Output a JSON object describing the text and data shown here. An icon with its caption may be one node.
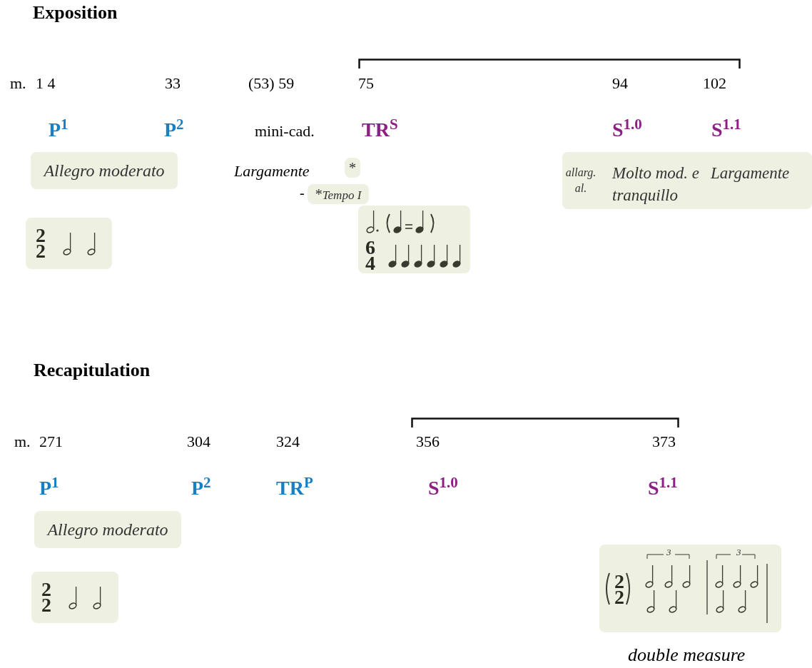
{
  "diagram": {
    "nodes": [
      {
        "text": [
          "Allegro moderato"
        ]
      },
      {
        "text": [
          "*"
        ]
      },
      {
        "text": [
          "*",
          "Tempo I"
        ]
      },
      {
        "text": [
          "allarg. al.",
          "Molto mod. e tranquillo",
          "Largamente"
        ]
      },
      {
        "text": [
          "2",
          "2"
        ]
      },
      {
        "text": [
          "6",
          "4"
        ]
      },
      {
        "text": [
          "Allegro moderato"
        ]
      },
      {
        "text": [
          "2",
          "2"
        ]
      },
      {
        "text": [
          "2",
          "2",
          "3",
          "3"
        ]
      }
    ],
    "labels": [
      "Exposition",
      "m.",
      "1 4",
      "33",
      "(53) 59",
      "75",
      "94",
      "102",
      "P$^{1}$",
      "P$^{2}$",
      "mini-cad.",
      "TR$^{S}$",
      "S$^{1.0}$",
      "S$^{1.1}$",
      "Largamente",
      "-",
      "Recapitulation",
      "m.",
      "271",
      "304",
      "324",
      "356",
      "373",
      "P$^{1}$",
      "P$^{2}$",
      "TR$^{P}$",
      "S$^{1.0}$",
      "S$^{1.1}$",
      "double measure"
    ]
  }
}
